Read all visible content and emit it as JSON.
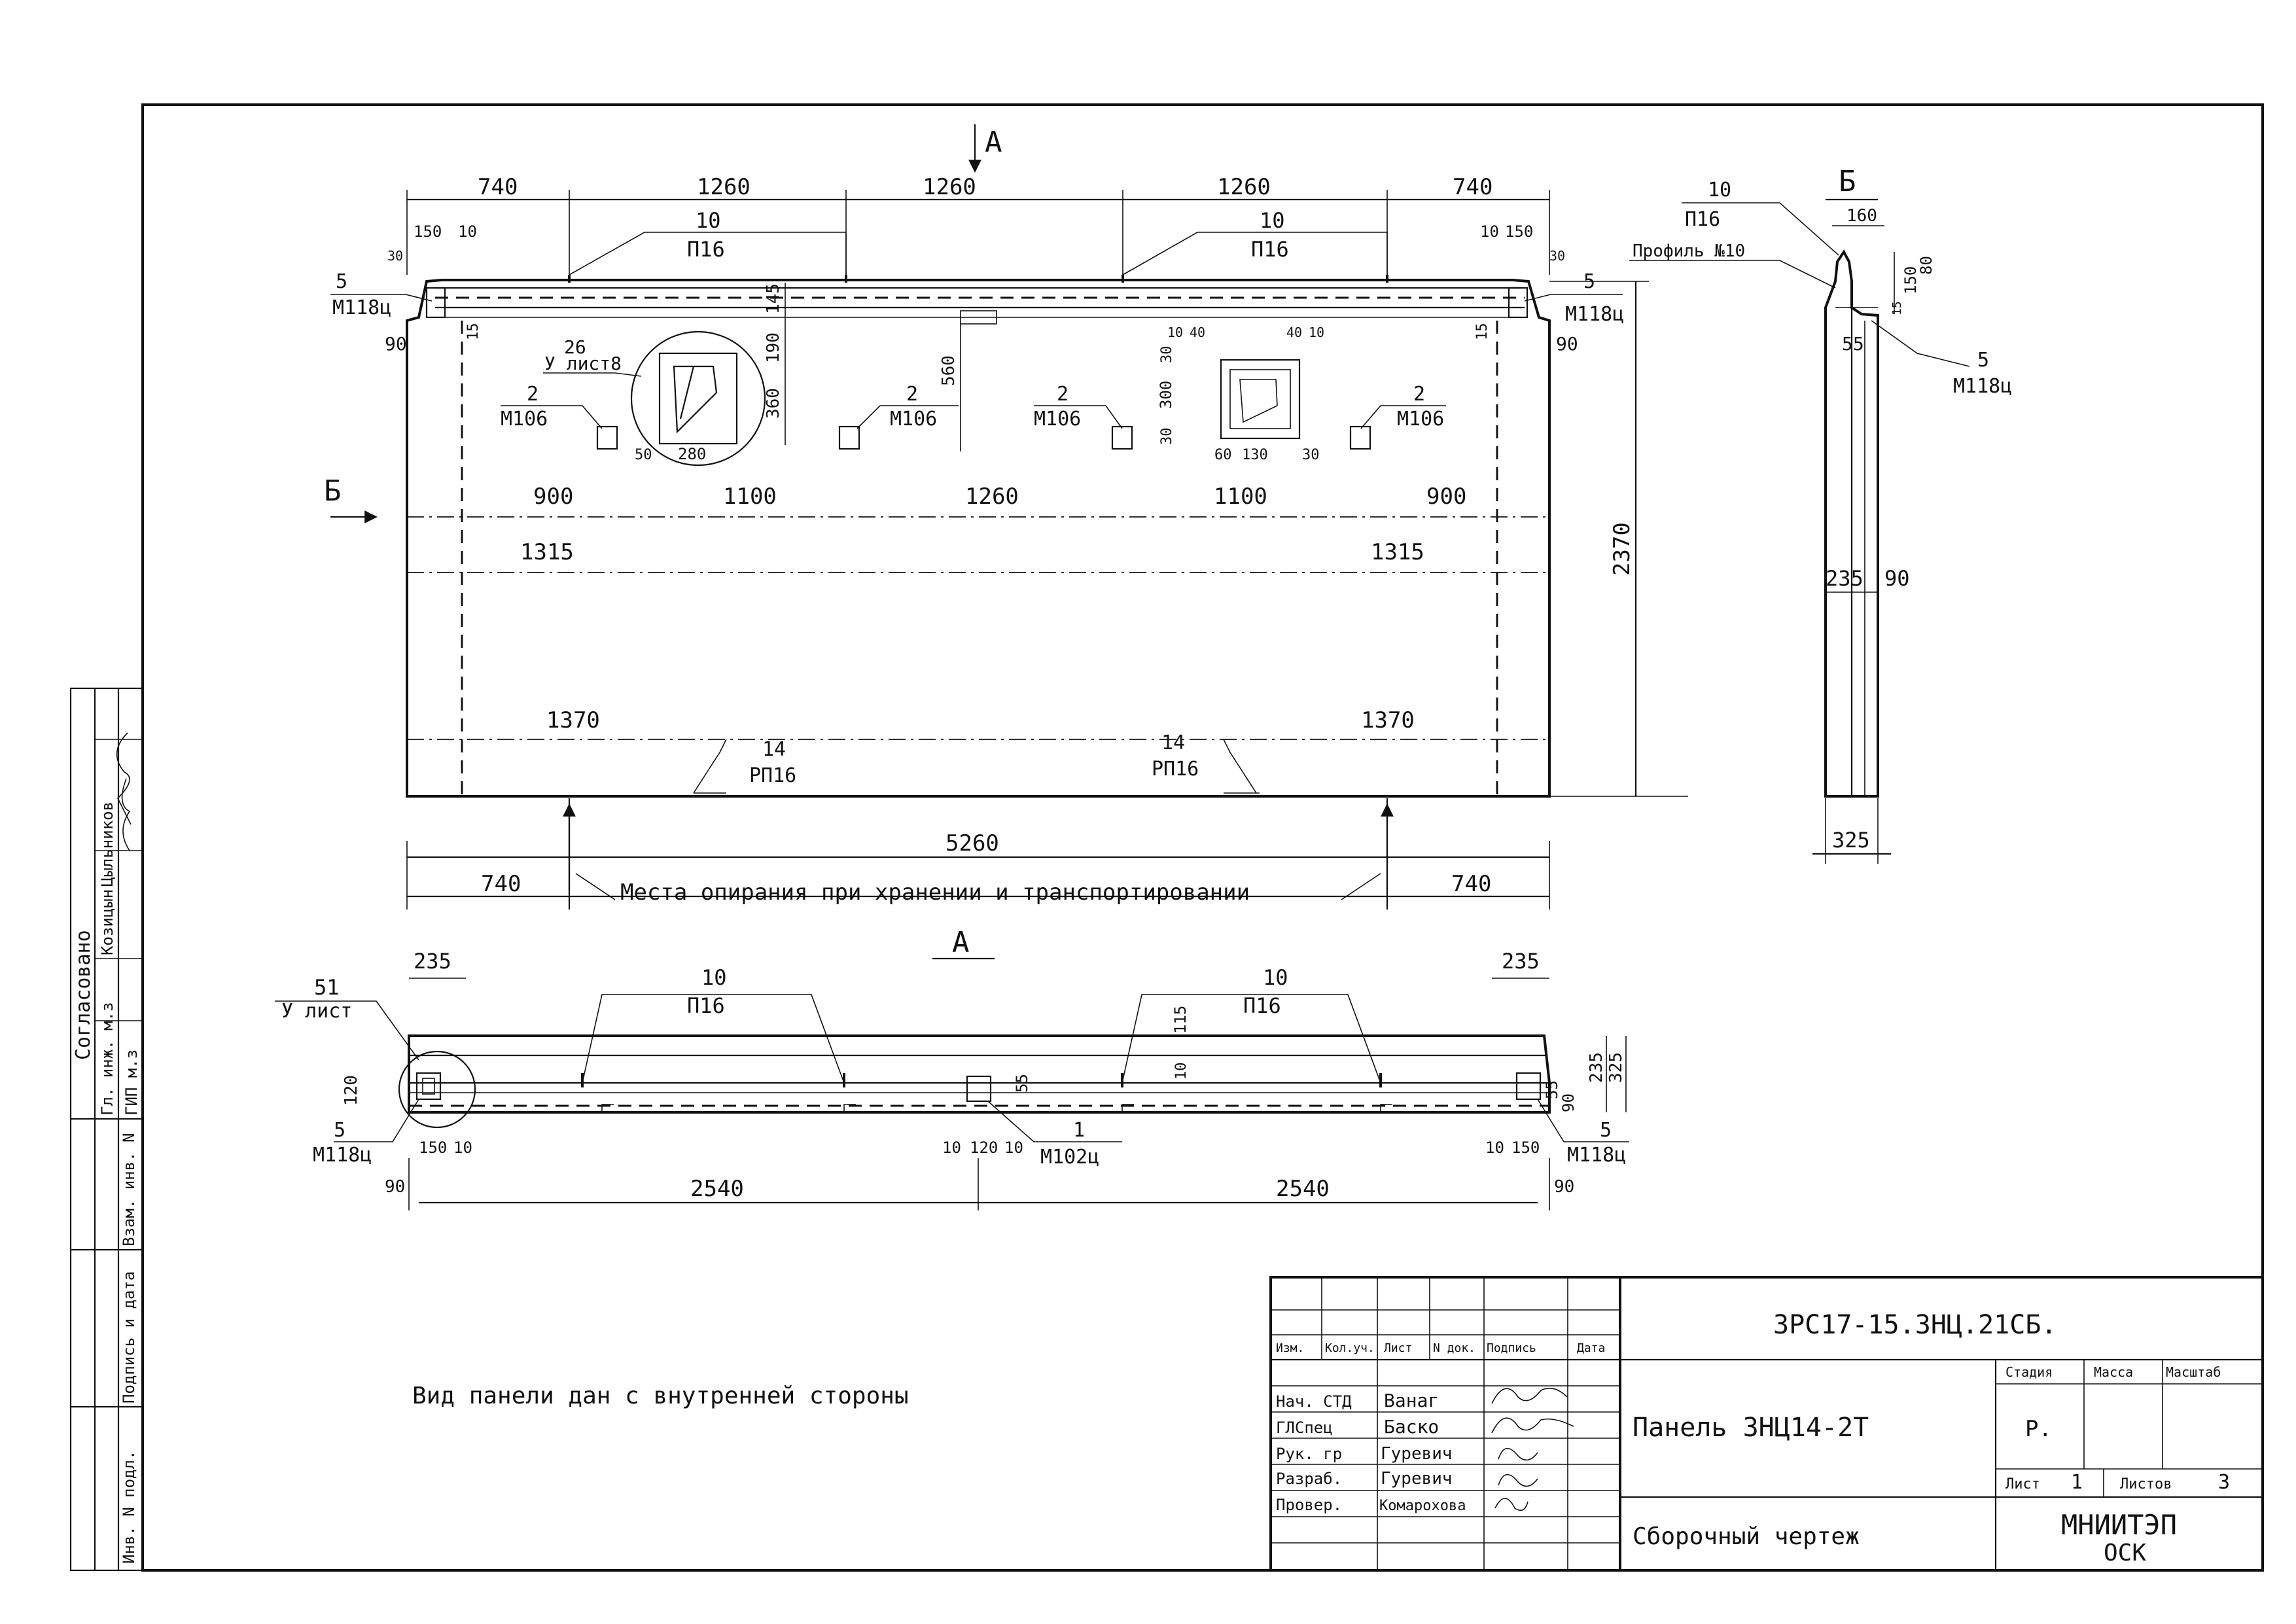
{
  "sheet": {
    "section_a_label": "А",
    "section_b_label": "Б",
    "note": "Вид панели дан с внутренней стороны",
    "support_note": "Места опирания при хранении и транспортировании"
  },
  "front_view": {
    "top_dims": [
      "740",
      "1260",
      "1260",
      "1260",
      "740"
    ],
    "small_dims_left": [
      "150",
      "10",
      "30"
    ],
    "small_dims_right": [
      "10",
      "150",
      "30"
    ],
    "edge_dims": [
      "90",
      "90",
      "15",
      "15"
    ],
    "mid_dims": [
      "145",
      "190",
      "360",
      "560"
    ],
    "upper_dims": [
      "900",
      "1100",
      "1260",
      "1100",
      "900"
    ],
    "lower_dims": [
      "1315",
      "1315"
    ],
    "bottom_dims": [
      "1370",
      "1370"
    ],
    "window_dims": [
      "10",
      "40",
      "40",
      "10",
      "30",
      "300",
      "30",
      "60",
      "130",
      "30",
      "50",
      "280"
    ],
    "total_length": "5260",
    "support_dims": [
      "740",
      "740"
    ],
    "height": "2370",
    "callouts": [
      {
        "num": "10",
        "mark": "П16"
      },
      {
        "num": "10",
        "mark": "П16"
      },
      {
        "num": "5",
        "mark": "М118ц"
      },
      {
        "num": "5",
        "mark": "М118ц"
      },
      {
        "num": "26",
        "mark": "У лист8"
      },
      {
        "num": "2",
        "mark": "М106"
      },
      {
        "num": "2",
        "mark": "М106"
      },
      {
        "num": "2",
        "mark": "М106"
      },
      {
        "num": "2",
        "mark": "М106"
      },
      {
        "num": "14",
        "mark": "РП16"
      },
      {
        "num": "14",
        "mark": "РП16"
      }
    ]
  },
  "side_view": {
    "callout_num": "10",
    "callout_mark": "П16",
    "profile_label": "Профиль №10",
    "dims": [
      "160",
      "150",
      "80",
      "15",
      "55",
      "235",
      "90",
      "325"
    ],
    "callout2_num": "5",
    "callout2_mark": "М118ц"
  },
  "plan_view": {
    "dims_top": [
      "235",
      "235"
    ],
    "dims_left": [
      "120"
    ],
    "dims_right": [
      "55",
      "90",
      "235",
      "325"
    ],
    "dims_mid": [
      "115",
      "10",
      "55"
    ],
    "dims_bottom": [
      "150",
      "10",
      "90",
      "10",
      "120",
      "10",
      "10",
      "150",
      "90"
    ],
    "halves": [
      "2540",
      "2540"
    ],
    "callouts": [
      {
        "num": "51",
        "mark": "У лист"
      },
      {
        "num": "10",
        "mark": "П16"
      },
      {
        "num": "10",
        "mark": "П16"
      },
      {
        "num": "5",
        "mark": "М118ц"
      },
      {
        "num": "1",
        "mark": "М102ц"
      },
      {
        "num": "5",
        "mark": "М118ц"
      }
    ]
  },
  "left_stamp": {
    "agreed": "Согласовано",
    "rows": [
      "Гл. инж. м.з",
      "ГИП м.з"
    ],
    "names": [
      "Козицын",
      "Цыльников"
    ],
    "fields": [
      "Взам. инв. N",
      "Подпись и дата",
      "Инв. N подл."
    ]
  },
  "title_block": {
    "headers": [
      "Изм.",
      "Кол.уч.",
      "Лист",
      "N док.",
      "Подпись",
      "Дата"
    ],
    "roles": [
      "Нач. СТД",
      "ГЛСпец",
      "Рук. гр",
      "Разраб.",
      "Провер."
    ],
    "people": [
      "Ванаг",
      "Баско",
      "Гуревич",
      "Гуревич",
      "Комарохова"
    ],
    "document_code": "ЗРС17-15.ЗНЦ.21СБ.",
    "part_name": "Панель ЗНЦ14-2Т",
    "drawing_type": "Сборочный чертеж",
    "stage_label": "Стадия",
    "mass_label": "Масса",
    "scale_label": "Масштаб",
    "stage_value": "Р.",
    "sheet_label": "Лист",
    "sheet_value": "1",
    "sheets_label": "Листов",
    "sheets_value": "3",
    "org": "МНИИТЭП",
    "org_sub": "ОСК"
  }
}
